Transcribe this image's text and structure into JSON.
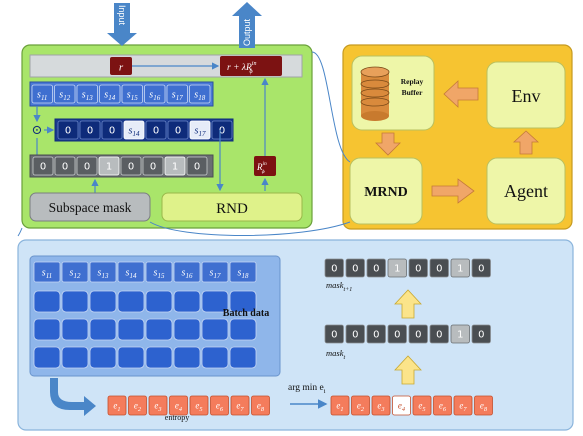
{
  "arrows": {
    "input": "Input",
    "output": "Output"
  },
  "top_panel": {
    "r_label": "r",
    "sum_label": "r + λR",
    "sum_sup": "in",
    "sum_sub": "ϕ",
    "state_row": [
      "s11",
      "s12",
      "s13",
      "s14",
      "s15",
      "s16",
      "s17",
      "s18"
    ],
    "hadamard": "⊙",
    "masked_row": [
      "0",
      "0",
      "0",
      "s14",
      "0",
      "0",
      "s17",
      "0"
    ],
    "mask_row": [
      "0",
      "0",
      "0",
      "1",
      "0",
      "0",
      "1",
      "0"
    ],
    "rin_label": "R",
    "rin_sup": "in",
    "rin_sub": "ϕ",
    "subspace_mask": "Subspace mask",
    "rnd": "RND"
  },
  "right_panel": {
    "replay_buffer": "Replay Buffer",
    "env": "Env",
    "mrnd": "MRND",
    "agent": "Agent"
  },
  "bottom_panel": {
    "batch_header": [
      "s11",
      "s12",
      "s13",
      "s14",
      "s15",
      "s16",
      "s17",
      "s18"
    ],
    "batch_label": "Batch data",
    "entropy_row": [
      "e1",
      "e2",
      "e3",
      "e4",
      "e5",
      "e6",
      "e7",
      "e8"
    ],
    "entropy_label": "entropy",
    "argmin_label": "arg min e",
    "argmin_sub": "i",
    "selected_row": [
      "e1",
      "e2",
      "e3",
      "e4",
      "e5",
      "e6",
      "e7",
      "e8"
    ],
    "selected_index": 3,
    "mask_t_row": [
      "0",
      "0",
      "0",
      "0",
      "0",
      "0",
      "1",
      "0"
    ],
    "mask_t_label": "mask",
    "mask_t_sub": "t",
    "mask_t1_row": [
      "0",
      "0",
      "0",
      "1",
      "0",
      "0",
      "1",
      "0"
    ],
    "mask_t1_label": "mask",
    "mask_t1_sub": "t+1"
  },
  "colors": {
    "green_panel": "#a9e56a",
    "orange_panel": "#f6c431",
    "blue_panel": "#cfe4f7",
    "dark_red": "#7c1212",
    "cell_blue": "#4b79d6",
    "navy": "#0e2b7a",
    "entropy_orange": "#f47c5c",
    "arrow_blue": "#4a86c8"
  }
}
